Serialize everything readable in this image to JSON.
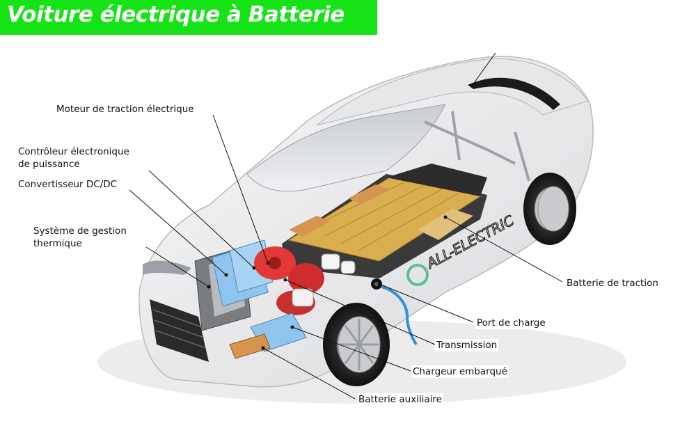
{
  "title": "Voiture électrique à Batterie",
  "car_badge": "ALL-ELECTRIC",
  "colors": {
    "banner": "#16e316",
    "battery_cells": "#d9ae4e",
    "battery_modules_orange": "#d7944e",
    "motor": "#e23838",
    "controller_blue": "#8fc4ee",
    "charge_cable": "#2f8fe0",
    "leader_lines": "#111111"
  },
  "labels": {
    "moteur": "Moteur de traction électrique",
    "controleur_l1": "Contrôleur électronique",
    "controleur_l2": "de puissance",
    "convertisseur": "Convertisseur DC/DC",
    "gestion_l1": "Système de gestion",
    "gestion_l2": "thermique",
    "batterie_traction": "Batterie de traction",
    "port_charge": "Port de charge",
    "transmission": "Transmission",
    "chargeur": "Chargeur embarqué",
    "batterie_aux": "Batterie auxiliaire"
  }
}
